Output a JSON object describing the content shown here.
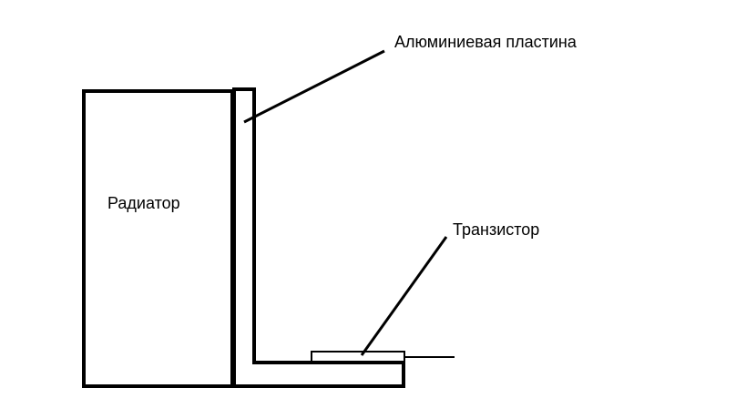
{
  "diagram": {
    "labels": {
      "radiator": "Радиатор",
      "aluminum_plate": "Алюминиевая пластина",
      "transistor": "Транзистор"
    },
    "colors": {
      "stroke": "#000000",
      "background": "#ffffff"
    }
  }
}
